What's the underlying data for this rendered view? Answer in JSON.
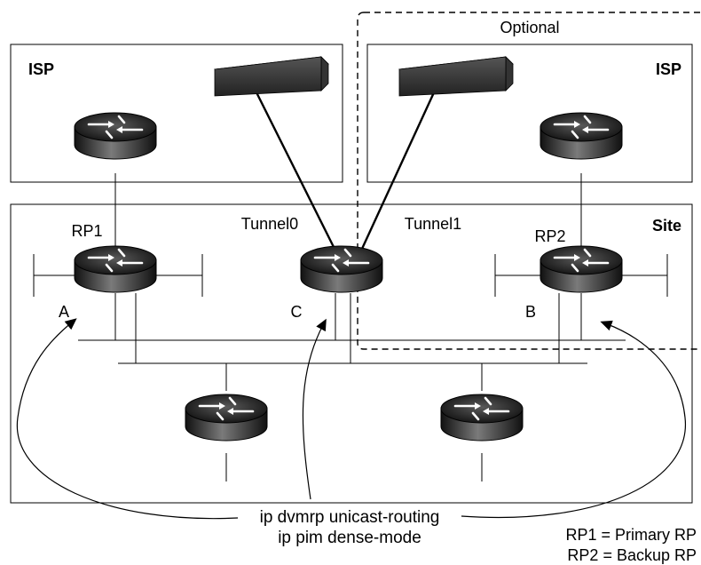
{
  "regions": {
    "isp_left": {
      "label": "ISP"
    },
    "isp_right": {
      "label": "ISP"
    },
    "site": {
      "label": "Site"
    },
    "optional": {
      "label": "Optional"
    }
  },
  "routers": {
    "rp1": {
      "name": "RP1",
      "letter": "A"
    },
    "center": {
      "letter": "C"
    },
    "rp2": {
      "name": "RP2",
      "letter": "B"
    }
  },
  "tunnels": {
    "tunnel0": "Tunnel0",
    "tunnel1": "Tunnel1"
  },
  "commands": {
    "line1": "ip dvmrp unicast-routing",
    "line2": "ip pim dense-mode"
  },
  "legend": {
    "line1": "RP1 = Primary RP",
    "line2": "RP2 = Backup RP"
  }
}
